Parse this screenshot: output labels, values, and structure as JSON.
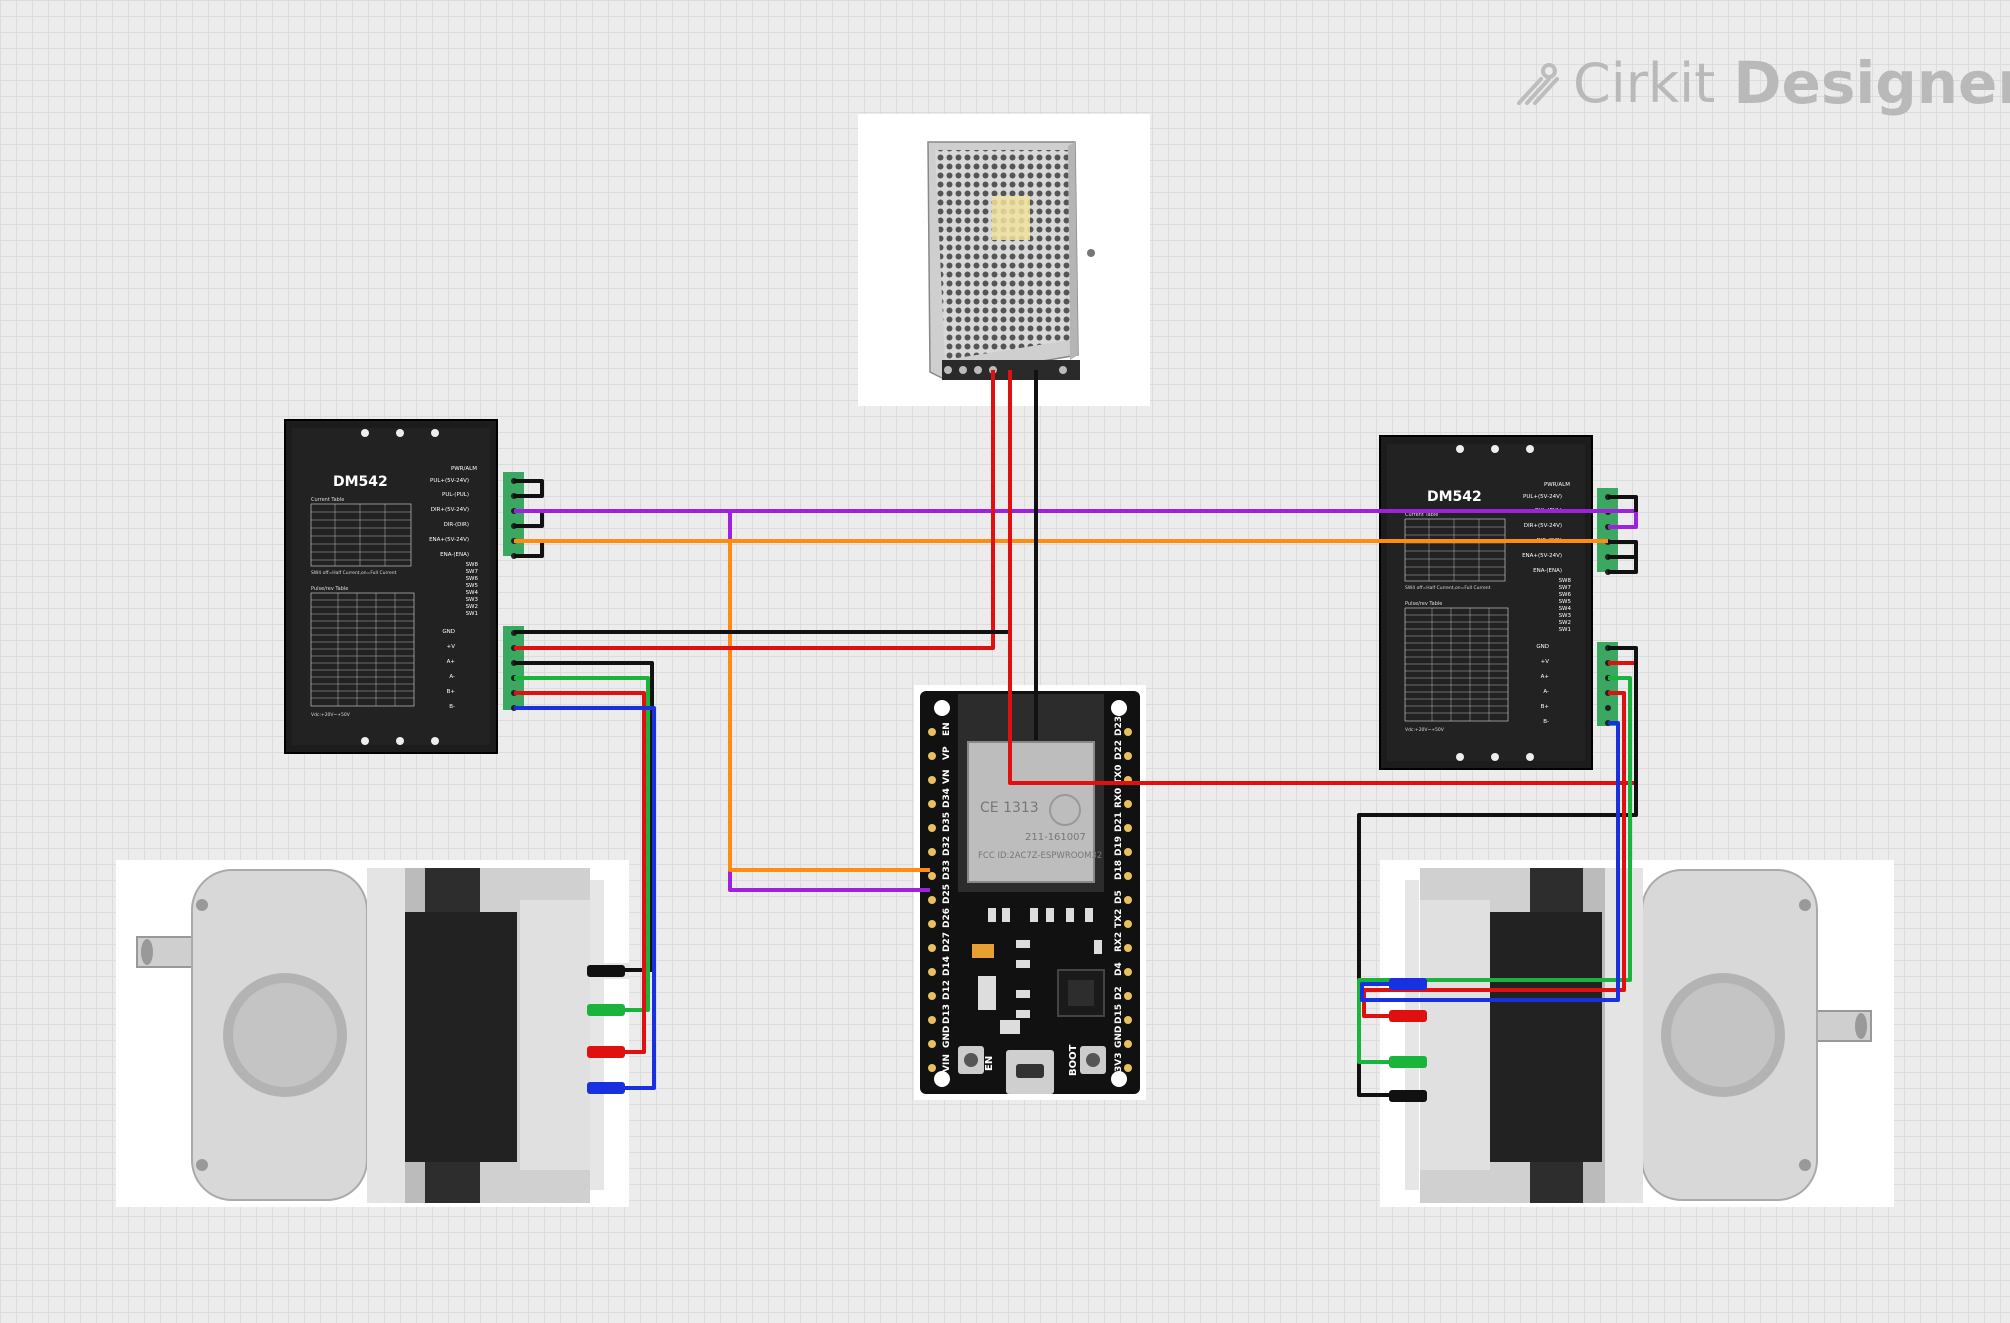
{
  "brand": {
    "name": "Cirkit",
    "product": "Designer",
    "icon": "cirkit-logo-icon"
  },
  "drivers": [
    {
      "model": "DM542",
      "top_labels": [
        "PWR/ALM",
        "PUL+(5V-24V)",
        "PUL-(PUL)",
        "DIR+(5V-24V)",
        "DIR-(DIR)",
        "ENA+(5V-24V)",
        "ENA-(ENA)"
      ],
      "sw_labels": [
        "SW8",
        "SW7",
        "SW6",
        "SW5",
        "SW4",
        "SW3",
        "SW2",
        "SW1"
      ],
      "bottom_labels": [
        "GND",
        "+V",
        "A+",
        "A-",
        "B+",
        "B-"
      ],
      "current_table_title": "Current Table",
      "pulse_table_title": "Pulse/rev Table",
      "note": "SW4 off=Half Current,on=Full Current",
      "vdc": "Vdc:+20V~+50V"
    },
    {
      "model": "DM542",
      "top_labels": [
        "PWR/ALM",
        "PUL+(5V-24V)",
        "PUL-(PUL)",
        "DIR+(5V-24V)",
        "DIR-(DIR)",
        "ENA+(5V-24V)",
        "ENA-(ENA)"
      ],
      "sw_labels": [
        "SW8",
        "SW7",
        "SW6",
        "SW5",
        "SW4",
        "SW3",
        "SW2",
        "SW1"
      ],
      "bottom_labels": [
        "GND",
        "+V",
        "A+",
        "A-",
        "B+",
        "B-"
      ],
      "current_table_title": "Current Table",
      "pulse_table_title": "Pulse/rev Table",
      "note": "SW4 off=Half Current,on=Full Current",
      "vdc": "Vdc:+20V~+50V"
    }
  ],
  "esp32": {
    "module_lines": [
      "CE 1313",
      "211-161007",
      "FCC ID:2AC7Z-ESPWROOM32"
    ],
    "left_pins": [
      "EN",
      "VP",
      "VN",
      "D34",
      "D35",
      "D32",
      "D33",
      "D25",
      "D26",
      "D27",
      "D14",
      "D12",
      "D13",
      "GND",
      "VIN"
    ],
    "right_pins": [
      "D23",
      "D22",
      "TX0",
      "RX0",
      "D21",
      "D19",
      "D18",
      "D5",
      "TX2",
      "RX2",
      "D4",
      "D2",
      "D15",
      "GND",
      "3V3"
    ],
    "button_left": "EN",
    "button_right": "BOOT"
  },
  "colors": {
    "wire_black": "#111111",
    "wire_red": "#e01010",
    "wire_purple": "#a020e0",
    "wire_orange": "#ff8c10",
    "wire_green": "#18b43c",
    "wire_blue": "#1830e0",
    "driver_body": "#1c1c1c",
    "terminal_green": "#3aa860",
    "motor_gray": "#cfcfcf"
  }
}
